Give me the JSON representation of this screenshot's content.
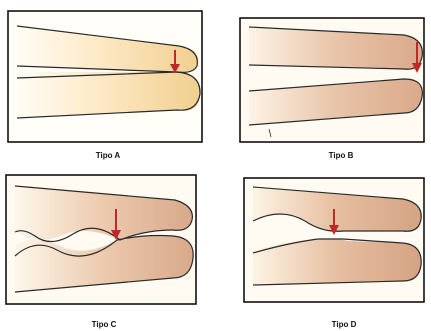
{
  "panels": [
    {
      "caption": "Tipo A",
      "fill": "#f4d8a4"
    },
    {
      "caption": "Tipo B",
      "fill": "#dcae92"
    },
    {
      "caption": "Tipo C",
      "fill": "#dcb094"
    },
    {
      "caption": "Tipo D",
      "fill": "#d7a98c"
    }
  ],
  "colors": {
    "arrow": "#c0282a",
    "outline": "#2a2a2a",
    "frame": "#111111"
  },
  "icons": [
    "down-arrow-icon"
  ]
}
